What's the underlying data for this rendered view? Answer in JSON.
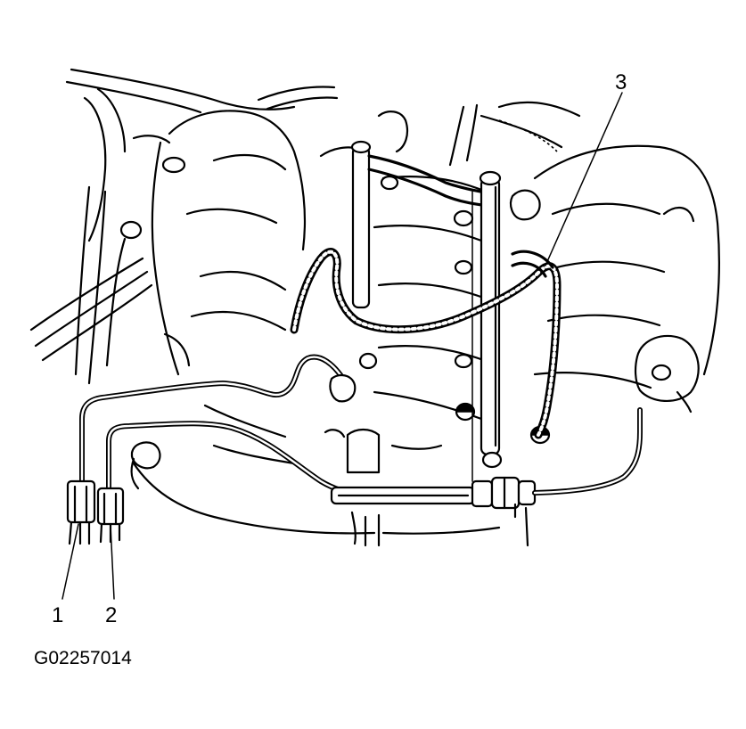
{
  "callouts": {
    "one": "1",
    "two": "2",
    "three": "3"
  },
  "figure_id": "G02257014"
}
